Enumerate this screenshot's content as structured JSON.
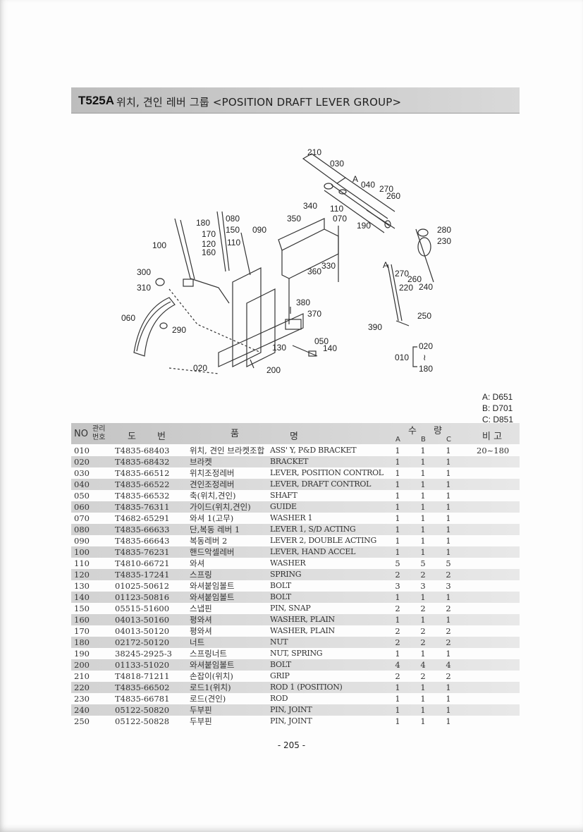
{
  "header": {
    "code": "T525A",
    "title": "위치, 견인 레버 그룹 <POSITION DRAFT LEVER GROUP>"
  },
  "diagram_labels": {
    "l210": "210",
    "l030": "030",
    "lA1": "A",
    "l040": "040",
    "l270a": "270",
    "l260a": "260",
    "l340": "340",
    "l110a": "110",
    "l350": "350",
    "l070": "070",
    "l190": "190",
    "l280": "280",
    "l230": "230",
    "l180": "180",
    "l080": "080",
    "l150": "150",
    "l090": "090",
    "l170": "170",
    "l120": "120",
    "l110b": "110",
    "l100": "100",
    "l160": "160",
    "l330": "330",
    "l360": "360",
    "lA2": "A",
    "l270b": "270",
    "l260b": "260",
    "l300": "300",
    "l220": "220",
    "l240": "240",
    "l310": "310",
    "l380": "380",
    "l370": "370",
    "l250": "250",
    "l060": "060",
    "l290": "290",
    "l390": "390",
    "l050": "050",
    "l140": "140",
    "l130": "130",
    "l020": "020",
    "l200": "200",
    "r010": "010",
    "r020": "020",
    "rtilde": "≀",
    "r180": "180"
  },
  "legend": [
    "A: D651",
    "B: D701",
    "C: D851"
  ],
  "table": {
    "head": {
      "no": "NO",
      "ref_top": "관리",
      "ref_bottom": "번호",
      "part1": "도",
      "part2": "번",
      "name1": "품",
      "name2": "명",
      "qty1": "수",
      "qty2": "량",
      "a": "A",
      "b": "B",
      "c": "C",
      "remark": "비 고"
    },
    "rows": [
      {
        "no": "010",
        "part": "T4835-68403",
        "kr": "위치, 견인 브라켓조합",
        "en": "ASS' Y, P&D BRACKET",
        "a": "1",
        "b": "1",
        "c": "1",
        "remark": "20~180"
      },
      {
        "no": "020",
        "part": "T4835-68432",
        "kr": "브라켓",
        "en": "BRACKET",
        "a": "1",
        "b": "1",
        "c": "1",
        "remark": ""
      },
      {
        "no": "030",
        "part": "T4835-66512",
        "kr": "위치조정레버",
        "en": "LEVER, POSITION CONTROL",
        "a": "1",
        "b": "1",
        "c": "1",
        "remark": ""
      },
      {
        "no": "040",
        "part": "T4835-66522",
        "kr": "견인조정레버",
        "en": "LEVER, DRAFT CONTROL",
        "a": "1",
        "b": "1",
        "c": "1",
        "remark": ""
      },
      {
        "no": "050",
        "part": "T4835-66532",
        "kr": "축(위치,견인)",
        "en": "SHAFT",
        "a": "1",
        "b": "1",
        "c": "1",
        "remark": ""
      },
      {
        "no": "060",
        "part": "T4835-76311",
        "kr": "가이드(위치,견인)",
        "en": "GUIDE",
        "a": "1",
        "b": "1",
        "c": "1",
        "remark": ""
      },
      {
        "no": "070",
        "part": "T4682-65291",
        "kr": "와셔 1(고무)",
        "en": "WASHER 1",
        "a": "1",
        "b": "1",
        "c": "1",
        "remark": ""
      },
      {
        "no": "080",
        "part": "T4835-66633",
        "kr": "단,복동 레버 1",
        "en": "LEVER 1, S/D ACTING",
        "a": "1",
        "b": "1",
        "c": "1",
        "remark": ""
      },
      {
        "no": "090",
        "part": "T4835-66643",
        "kr": "복동레버 2",
        "en": "LEVER 2, DOUBLE ACTING",
        "a": "1",
        "b": "1",
        "c": "1",
        "remark": ""
      },
      {
        "no": "100",
        "part": "T4835-76231",
        "kr": "핸드악셀레버",
        "en": "LEVER, HAND ACCEL",
        "a": "1",
        "b": "1",
        "c": "1",
        "remark": ""
      },
      {
        "no": "110",
        "part": "T4810-66721",
        "kr": "와셔",
        "en": "WASHER",
        "a": "5",
        "b": "5",
        "c": "5",
        "remark": ""
      },
      {
        "no": "120",
        "part": "T4835-17241",
        "kr": "스프링",
        "en": "SPRING",
        "a": "2",
        "b": "2",
        "c": "2",
        "remark": ""
      },
      {
        "no": "130",
        "part": "01025-50612",
        "kr": "와셔붙임볼트",
        "en": "BOLT",
        "a": "3",
        "b": "3",
        "c": "3",
        "remark": ""
      },
      {
        "no": "140",
        "part": "01123-50816",
        "kr": "와셔붙임볼트",
        "en": "BOLT",
        "a": "1",
        "b": "1",
        "c": "1",
        "remark": ""
      },
      {
        "no": "150",
        "part": "05515-51600",
        "kr": "스냅핀",
        "en": "PIN, SNAP",
        "a": "2",
        "b": "2",
        "c": "2",
        "remark": ""
      },
      {
        "no": "160",
        "part": "04013-50160",
        "kr": "평와셔",
        "en": "WASHER, PLAIN",
        "a": "1",
        "b": "1",
        "c": "1",
        "remark": ""
      },
      {
        "no": "170",
        "part": "04013-50120",
        "kr": "평와셔",
        "en": "WASHER, PLAIN",
        "a": "2",
        "b": "2",
        "c": "2",
        "remark": ""
      },
      {
        "no": "180",
        "part": "02172-50120",
        "kr": "너트",
        "en": "NUT",
        "a": "2",
        "b": "2",
        "c": "2",
        "remark": ""
      },
      {
        "no": "190",
        "part": "38245-2925-3",
        "kr": "스프링너트",
        "en": "NUT, SPRING",
        "a": "1",
        "b": "1",
        "c": "1",
        "remark": ""
      },
      {
        "no": "200",
        "part": "01133-51020",
        "kr": "와셔붙임볼트",
        "en": "BOLT",
        "a": "4",
        "b": "4",
        "c": "4",
        "remark": ""
      },
      {
        "no": "210",
        "part": "T4818-71211",
        "kr": "손잡이(위치)",
        "en": "GRIP",
        "a": "2",
        "b": "2",
        "c": "2",
        "remark": ""
      },
      {
        "no": "220",
        "part": "T4835-66502",
        "kr": "로드1(위치)",
        "en": "ROD 1 (POSITION)",
        "a": "1",
        "b": "1",
        "c": "1",
        "remark": ""
      },
      {
        "no": "230",
        "part": "T4835-66781",
        "kr": "로드(견인)",
        "en": "ROD",
        "a": "1",
        "b": "1",
        "c": "1",
        "remark": ""
      },
      {
        "no": "240",
        "part": "05122-50820",
        "kr": "두부핀",
        "en": "PIN, JOINT",
        "a": "1",
        "b": "1",
        "c": "1",
        "remark": ""
      },
      {
        "no": "250",
        "part": "05122-50828",
        "kr": "두부핀",
        "en": "PIN, JOINT",
        "a": "1",
        "b": "1",
        "c": "1",
        "remark": ""
      }
    ]
  },
  "footer": {
    "page": "- 205 -"
  }
}
